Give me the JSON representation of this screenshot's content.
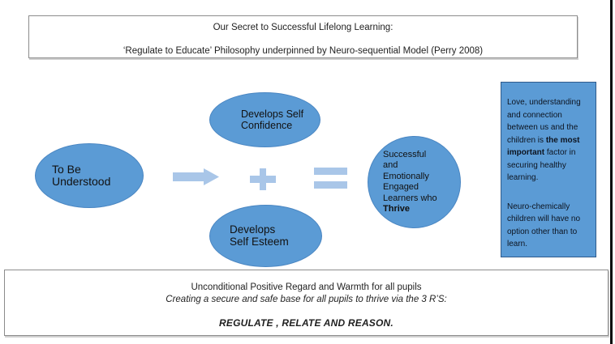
{
  "colors": {
    "shape_blue": "#5B9BD5",
    "shape_border": "#4A86C2",
    "connector_blue": "#A9C6E8",
    "box_border_gray": "#8C8C8C",
    "sidebar_border": "#2F5B8C",
    "page_border_black": "#0A0A0A",
    "text_dark": "#1F1F1F"
  },
  "header_box": {
    "line1": "Our Secret to Successful Lifelong Learning:",
    "line2": "‘Regulate to Educate’ Philosophy underpinned by Neuro-sequential Model (Perry 2008)"
  },
  "flow": {
    "input_ellipse": {
      "line1": "To Be",
      "line2": "Understood"
    },
    "confidence_ellipse": {
      "line1": "Develops Self",
      "line2": "Confidence"
    },
    "esteem_ellipse": {
      "line1": "Develops",
      "line2": "Self Esteem"
    },
    "result_circle": {
      "lines": [
        "Successful",
        "and",
        "Emotionally",
        "Engaged",
        "Learners who"
      ],
      "bold_line": "Thrive"
    },
    "operators": [
      "arrow-right",
      "plus",
      "equals"
    ]
  },
  "sidebar_note": {
    "p1_pre": "Love, understanding and connection between us and the children is ",
    "p1_bold": "the most important",
    "p1_post": " factor in securing healthy learning.",
    "p2": "Neuro-chemically children will have no option other than to learn."
  },
  "footer_box": {
    "line1": "Unconditional Positive Regard and Warmth for all pupils",
    "line2": "Creating a secure and safe base for all pupils to thrive via the 3 R’S:",
    "line3": "REGULATE , RELATE AND REASON."
  }
}
